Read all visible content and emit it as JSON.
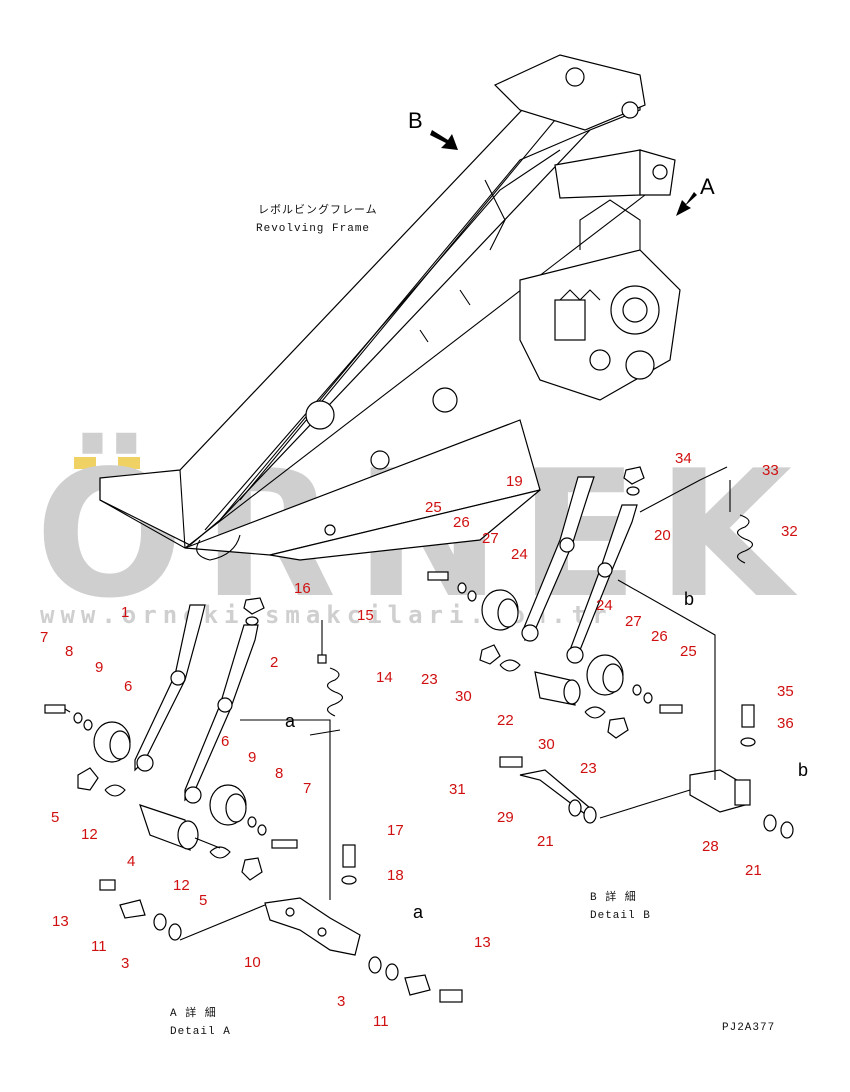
{
  "watermark": {
    "brand": "ÖRNEK",
    "url": "www.orneki smakcilari.com.tr"
  },
  "frame_label": {
    "jp": "レボルビングフレーム",
    "en": "Revolving Frame"
  },
  "view_letters": {
    "A": "A",
    "B": "B",
    "a": "a",
    "b": "b"
  },
  "detail_a": {
    "jp": "A 詳 細",
    "en": "Detail A"
  },
  "detail_b": {
    "jp": "B 詳 細",
    "en": "Detail B"
  },
  "drawing_code": "PJ2A377",
  "callouts": {
    "c1": "1",
    "c2": "2",
    "c3a": "3",
    "c3b": "3",
    "c4": "4",
    "c5a": "5",
    "c5b": "5",
    "c6a": "6",
    "c6b": "6",
    "c7a": "7",
    "c7b": "7",
    "c8a": "8",
    "c8b": "8",
    "c9a": "9",
    "c9b": "9",
    "c10": "10",
    "c11a": "11",
    "c11b": "11",
    "c12a": "12",
    "c12b": "12",
    "c13a": "13",
    "c13b": "13",
    "c14": "14",
    "c15": "15",
    "c16": "16",
    "c17": "17",
    "c18": "18",
    "c19": "19",
    "c20": "20",
    "c21a": "21",
    "c21b": "21",
    "c22": "22",
    "c23a": "23",
    "c23b": "23",
    "c24a": "24",
    "c24b": "24",
    "c25a": "25",
    "c25b": "25",
    "c26a": "26",
    "c26b": "26",
    "c27a": "27",
    "c27b": "27",
    "c28": "28",
    "c29": "29",
    "c30a": "30",
    "c30b": "30",
    "c31": "31",
    "c32": "32",
    "c33": "33",
    "c34": "34",
    "c35": "35",
    "c36": "36"
  },
  "colors": {
    "callout": "#d01010",
    "watermark": "#cfcfcf",
    "watermark_accent": "#f0d264"
  }
}
